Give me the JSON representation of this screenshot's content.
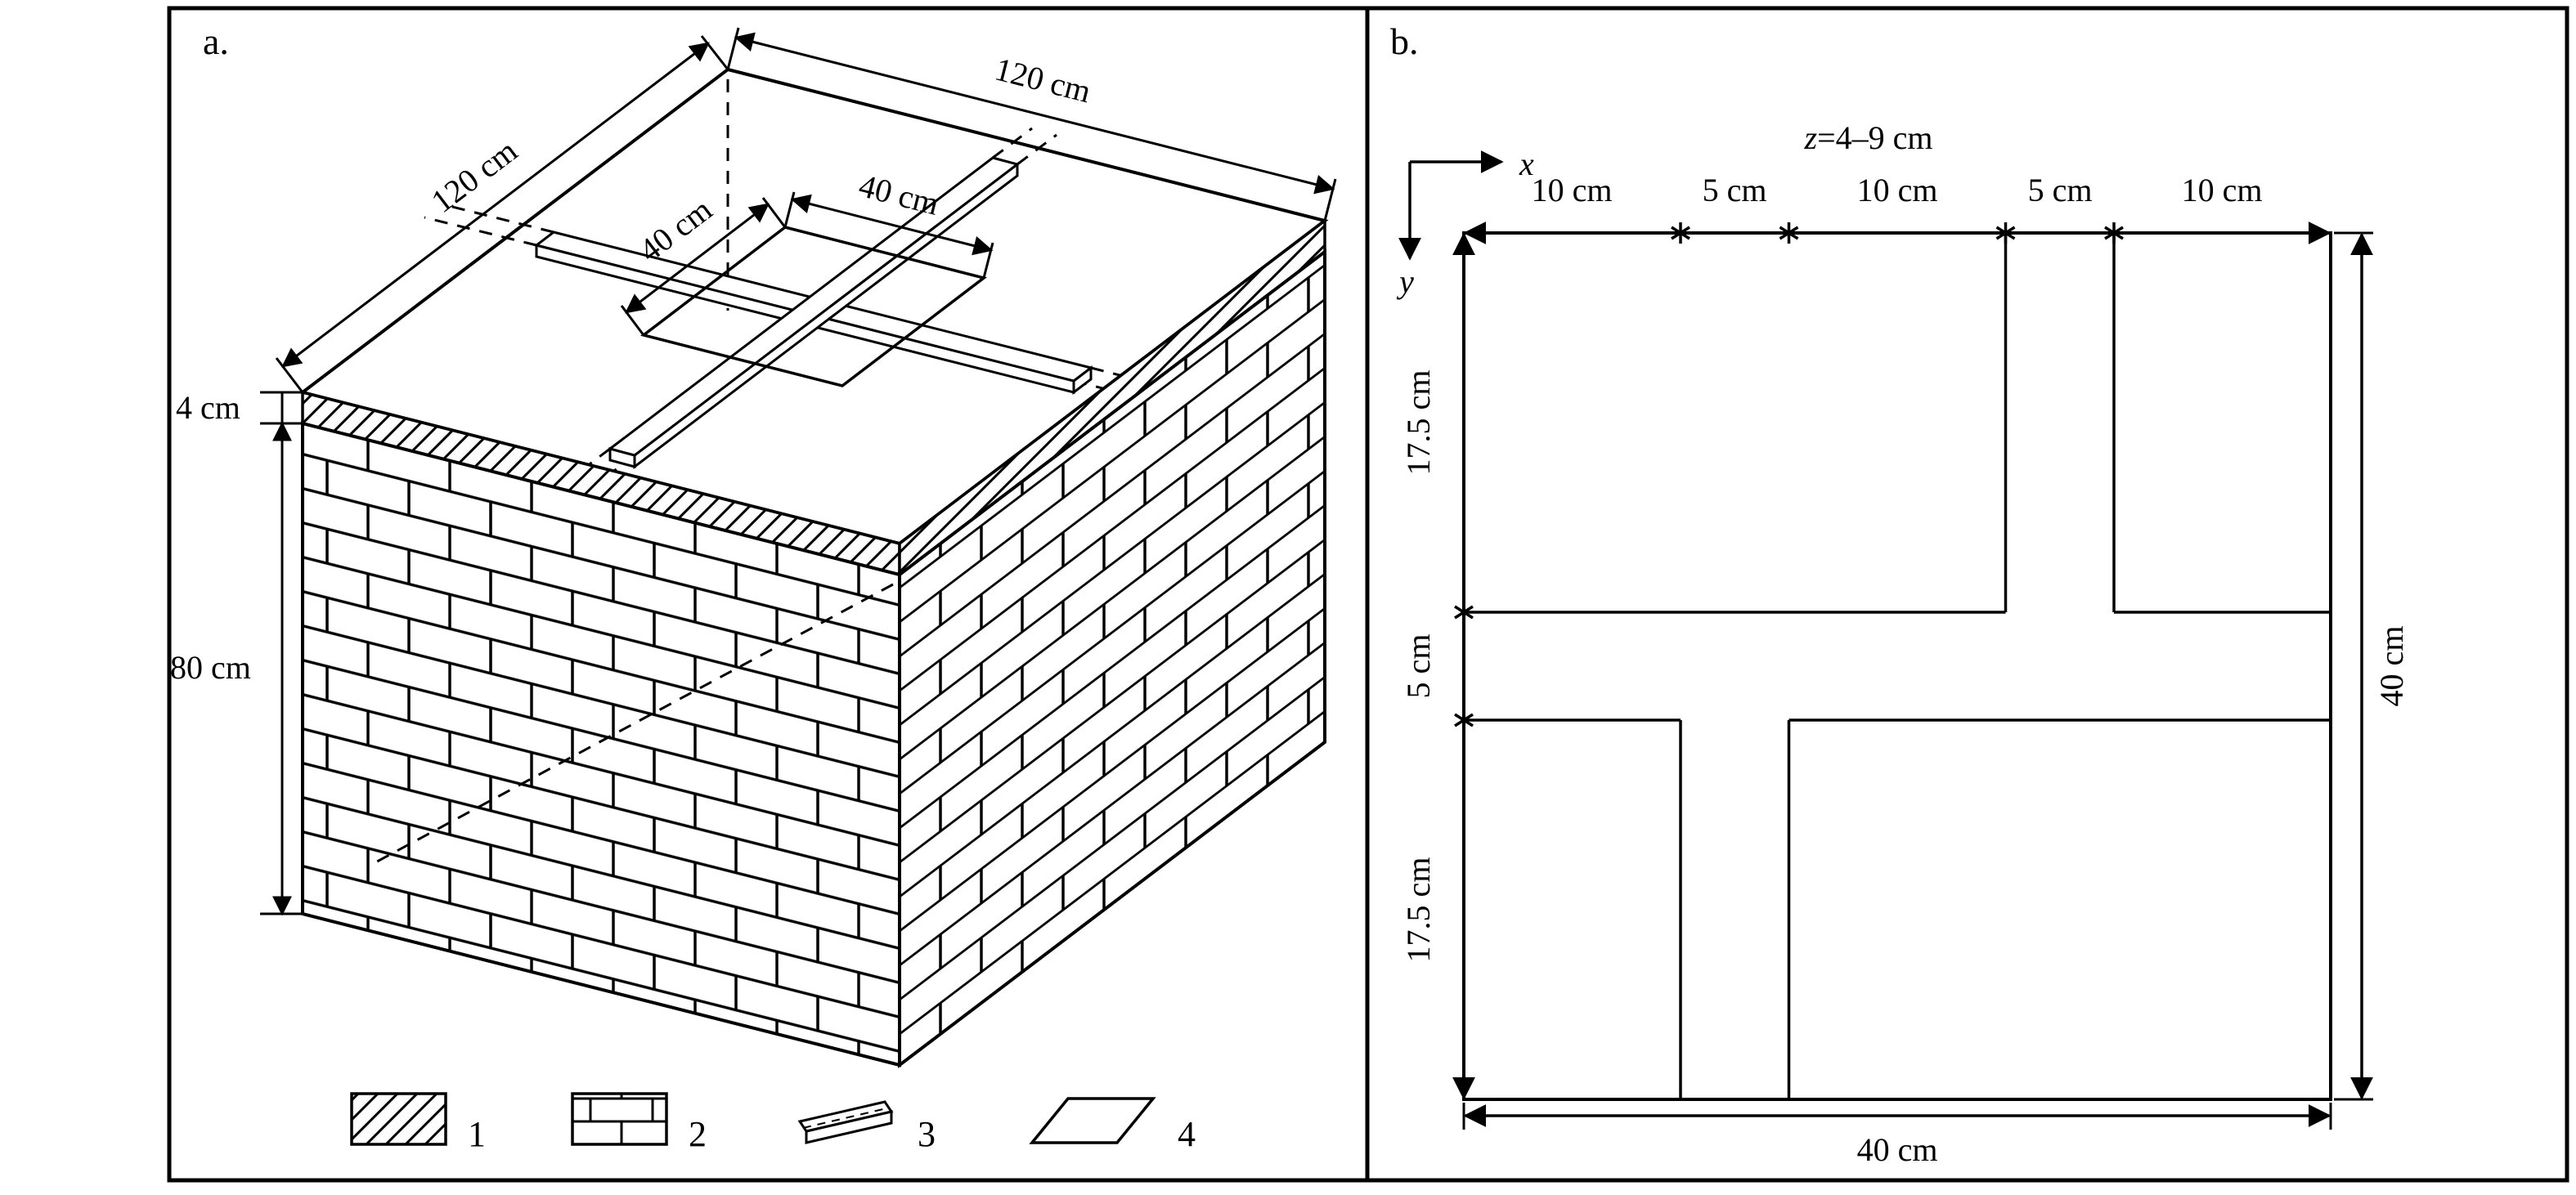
{
  "panel_a": {
    "label": "a.",
    "dim_top_right": "120 cm",
    "dim_top_left": "120 cm",
    "dim_square_u": "40 cm",
    "dim_square_v": "40 cm",
    "dim_layer": "4 cm",
    "dim_height": "80 cm",
    "legend": [
      {
        "num": "1",
        "name": "hatch-screed-swatch"
      },
      {
        "num": "2",
        "name": "brick-masonry-swatch"
      },
      {
        "num": "3",
        "name": "embedded-bar-swatch"
      },
      {
        "num": "4",
        "name": "plate-outline-swatch"
      }
    ]
  },
  "panel_b": {
    "label": "b.",
    "axis_x": "x",
    "axis_y": "y",
    "depth_var": "z",
    "depth_value": "=4–9 cm",
    "top_dims": [
      "10 cm",
      "5 cm",
      "10 cm",
      "5 cm",
      "10 cm"
    ],
    "left_dims": [
      "17.5 cm",
      "5 cm",
      "17.5 cm"
    ],
    "right_dim": "40 cm",
    "bottom_dim": "40 cm"
  }
}
